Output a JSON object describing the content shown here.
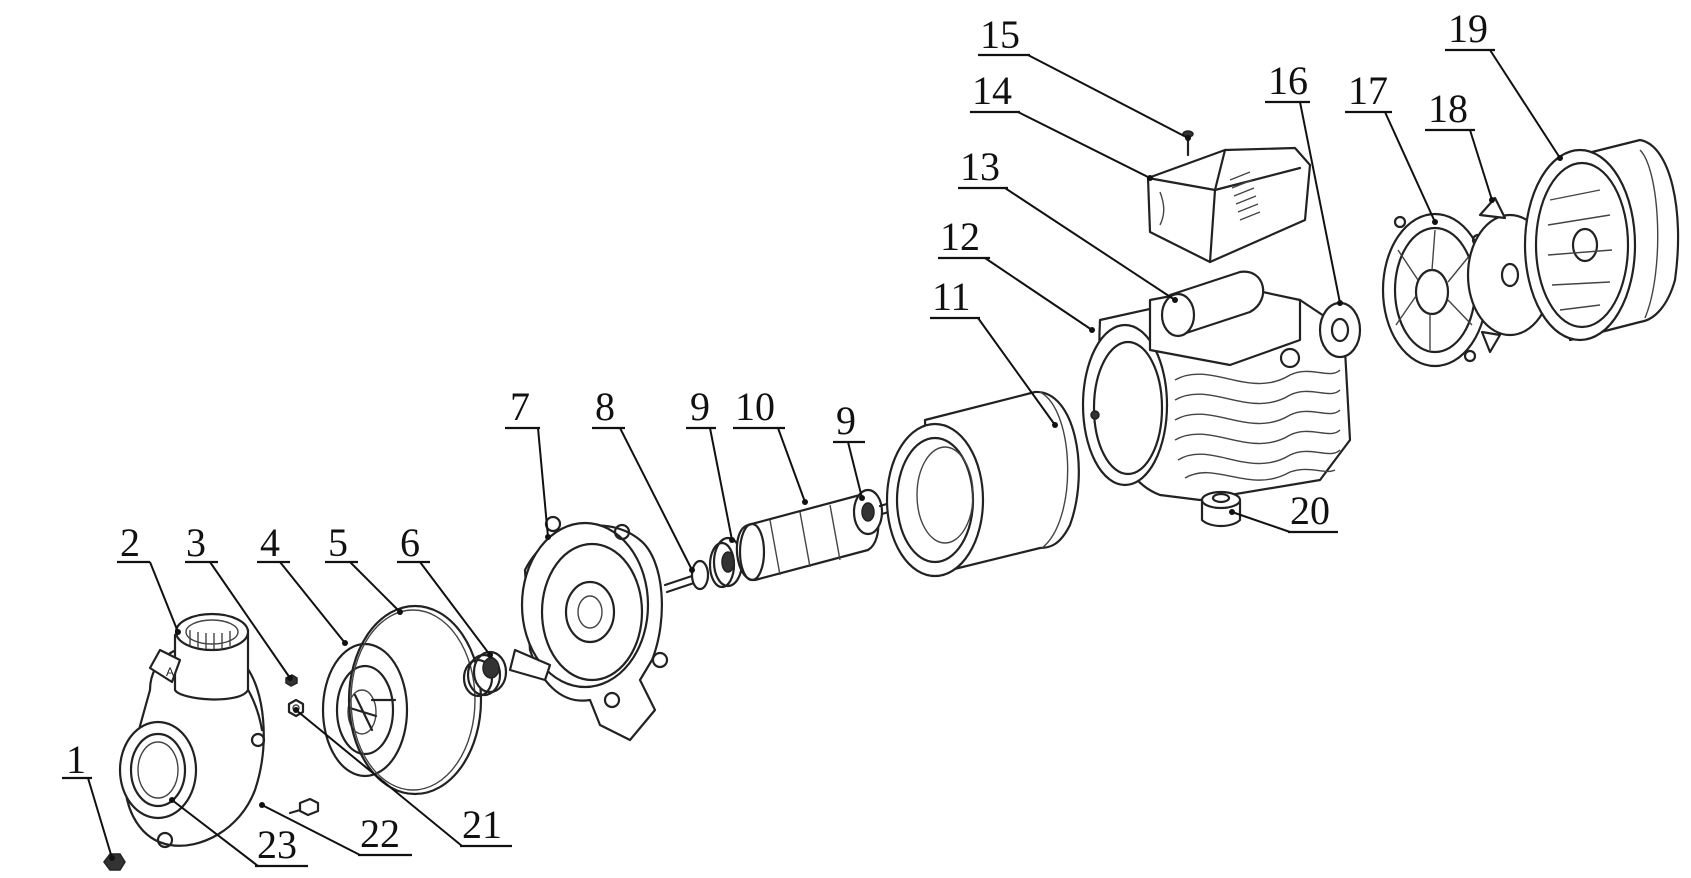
{
  "labels": {
    "p1": "1",
    "p2": "2",
    "p3": "3",
    "p4": "4",
    "p5": "5",
    "p6": "6",
    "p7": "7",
    "p8": "8",
    "p9a": "9",
    "p10": "10",
    "p9b": "9",
    "p11": "11",
    "p12": "12",
    "p13": "13",
    "p14": "14",
    "p15": "15",
    "p16": "16",
    "p17": "17",
    "p18": "18",
    "p19": "19",
    "p20": "20",
    "p21": "21",
    "p22": "22",
    "p23": "23"
  },
  "casing_mark": "A"
}
